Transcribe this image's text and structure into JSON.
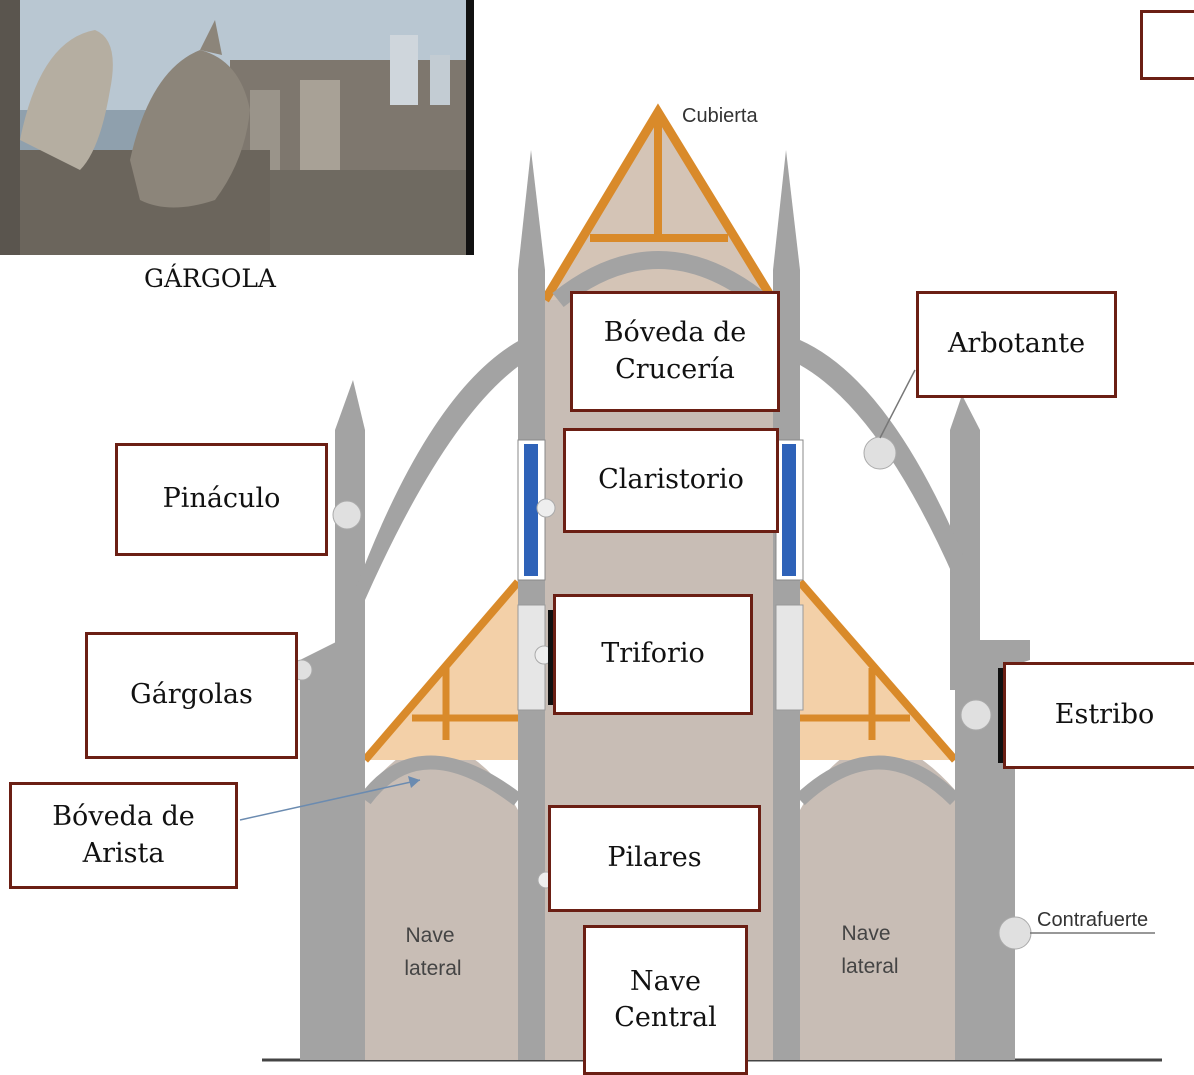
{
  "photo": {
    "caption": "GÁRGOLA"
  },
  "diagram_labels": {
    "cubierta": "Cubierta",
    "nave_lateral_left": "Nave\nlateral",
    "nave_lateral_right": "Nave\nlateral",
    "contrafuerte": "Contrafuerte"
  },
  "boxes": {
    "boveda_cruceria": "Bóveda de\nCrucería",
    "arbotante": "Arbotante",
    "claristorio": "Claristorio",
    "pinaculo": "Pináculo",
    "triforio": "Triforio",
    "gargolas": "Gárgolas",
    "estribo": "Estribo",
    "boveda_arista": "Bóveda de\nArista",
    "pilares": "Pilares",
    "nave_central": "Nave\nCentral",
    "top_right": ""
  },
  "colors": {
    "stone": "#a3a3a3",
    "interior": "#c8bdb5",
    "timber": "#d98a2a",
    "roof_fill": "#f3d0a8",
    "window": "#2e62b8",
    "box_border": "#6b1f14"
  }
}
